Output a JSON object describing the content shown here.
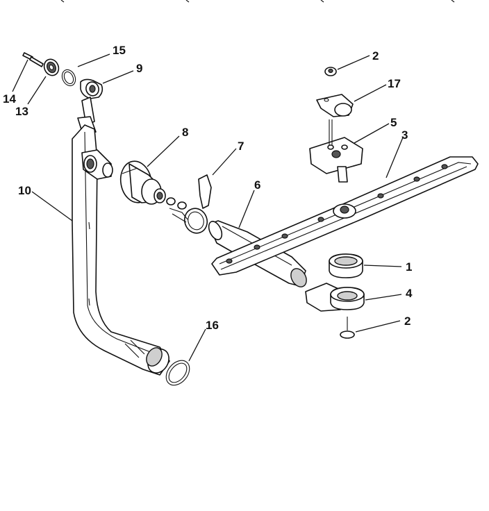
{
  "callouts": {
    "c1": "1",
    "c2a": "2",
    "c2b": "2",
    "c3": "3",
    "c4": "4",
    "c5": "5",
    "c6": "6",
    "c7": "7",
    "c8": "8",
    "c9": "9",
    "c10": "10",
    "c13": "13",
    "c14": "14",
    "c15": "15",
    "c16": "16",
    "c17": "17"
  }
}
